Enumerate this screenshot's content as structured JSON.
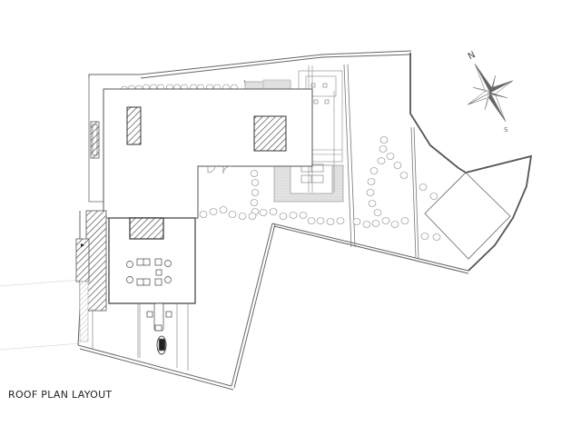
{
  "drawing": {
    "title": "ROOF PLAN LAYOUT",
    "type": "architectural roof plan",
    "compass": {
      "north_label": "N",
      "south_label": "S",
      "icon": "compass-rose-icon"
    },
    "colors": {
      "line": "#555555",
      "hatch": "#444444",
      "paving": "#dddddd",
      "compass_fill": "#666666"
    },
    "elements": [
      {
        "name": "main-roof",
        "description": "L-shaped main roof slab"
      },
      {
        "name": "roof-skylight-left",
        "description": "Hatched skylight, west wing"
      },
      {
        "name": "roof-skylight-right",
        "description": "Hatched skylight, east wing"
      },
      {
        "name": "courtyard-skylight",
        "description": "Hatched skylight over terrace"
      },
      {
        "name": "terrace",
        "description": "Covered terrace with seating and table"
      },
      {
        "name": "driveway",
        "description": "Driveway with parked car and scooter"
      },
      {
        "name": "pool-deck",
        "description": "Paved deck with loungers"
      },
      {
        "name": "stepping-stones",
        "description": "Garden stepping stone path"
      },
      {
        "name": "pavilion",
        "description": "Rotated square garden pavilion"
      },
      {
        "name": "site-boundary",
        "description": "Irregular plot boundary"
      }
    ]
  }
}
